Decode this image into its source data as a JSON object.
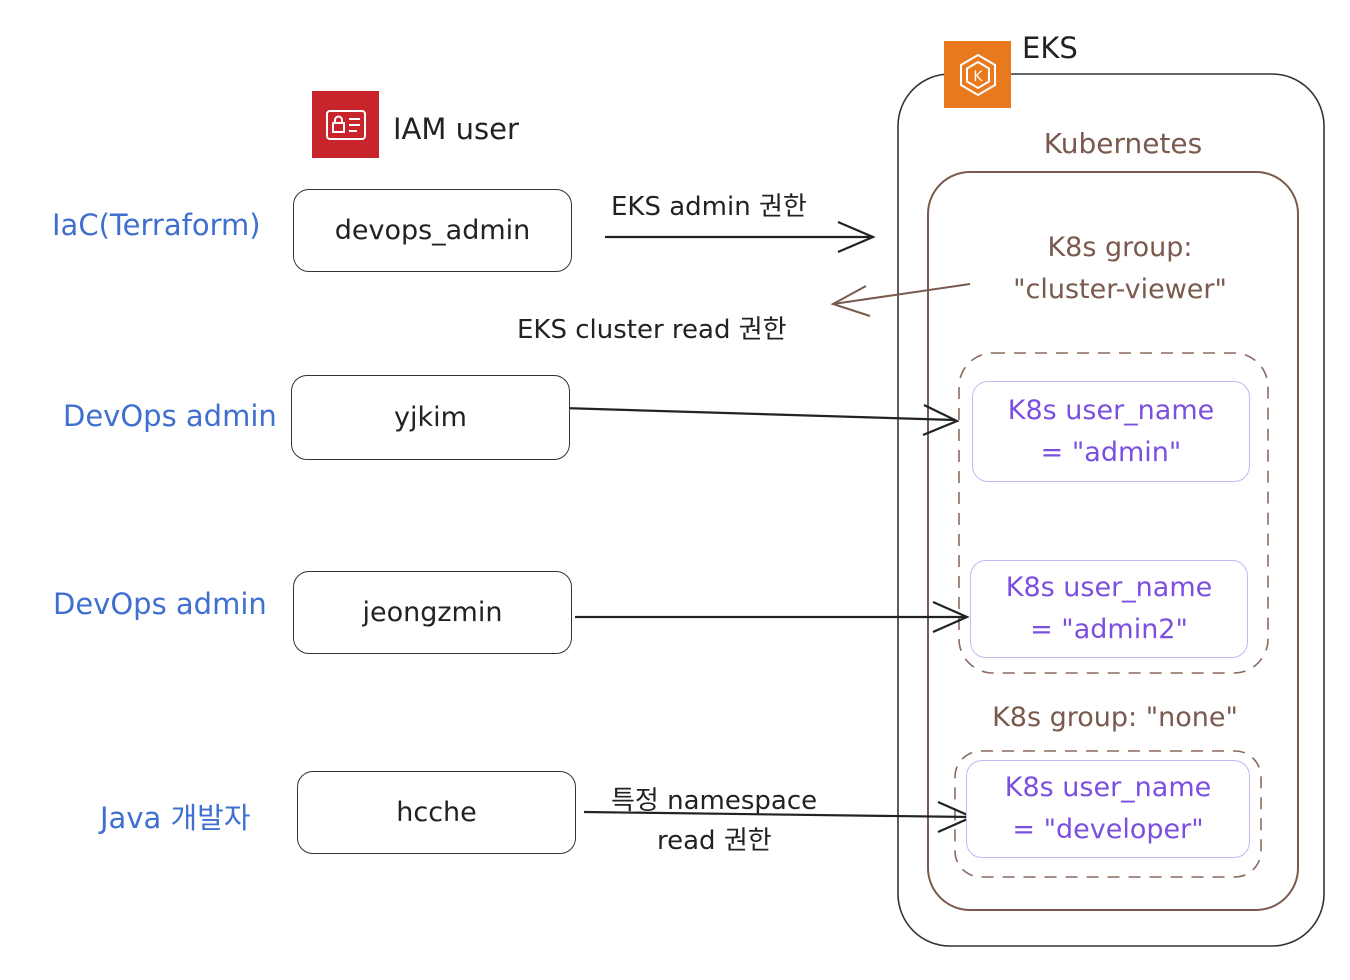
{
  "iam": {
    "label": "IAM user",
    "icon": "iam-user-icon",
    "color": "#c8242b"
  },
  "eks": {
    "label": "EKS",
    "icon": "eks-icon",
    "color": "#e8791c"
  },
  "kubernetes": {
    "label": "Kubernetes"
  },
  "rows": [
    {
      "role": "IaC(Terraform)",
      "user": "devops_admin"
    },
    {
      "role": "DevOps admin",
      "user": "yjkim"
    },
    {
      "role": "DevOps admin",
      "user": "jeongzmin"
    },
    {
      "role": "Java 개발자",
      "user": "hcche"
    }
  ],
  "edges": {
    "admin": "EKS admin 권한",
    "cluster_read": "EKS cluster read 권한",
    "ns_read_line1": "특정 namespace",
    "ns_read_line2": "read 권한"
  },
  "groups": {
    "viewer_line1": "K8s group:",
    "viewer_line2": "\"cluster-viewer\"",
    "none": "K8s group: \"none\""
  },
  "k8s_users": [
    {
      "line1": "K8s user_name",
      "line2": "= \"admin\""
    },
    {
      "line1": "K8s user_name",
      "line2": "= \"admin2\""
    },
    {
      "line1": "K8s user_name",
      "line2": "= \"developer\""
    }
  ]
}
